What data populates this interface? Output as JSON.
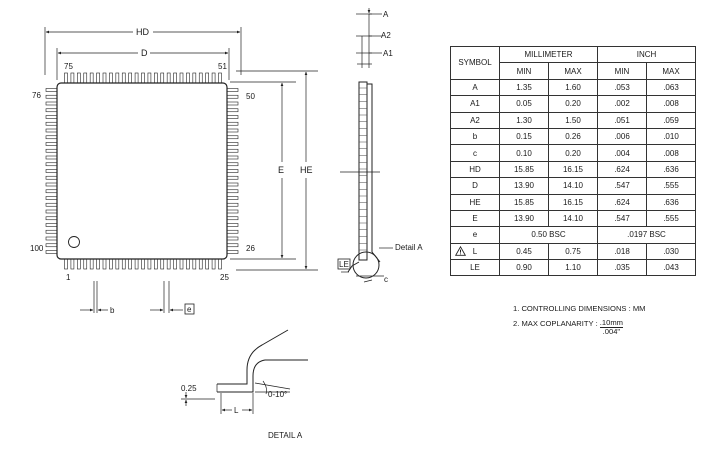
{
  "main_view": {
    "pin_numbers": {
      "top_left": "75",
      "top_right": "51",
      "left_top": "76",
      "right_top": "50",
      "right_bottom": "26",
      "left_bottom": "100",
      "bottom_left": "1",
      "bottom_right": "25"
    },
    "dims": {
      "hd": "HD",
      "d": "D",
      "e": "E",
      "he": "HE",
      "b": "b",
      "e_pitch": "e"
    }
  },
  "side_view": {
    "dims": {
      "a": "A",
      "a2": "A2",
      "a1": "A1",
      "le": "LE",
      "c": "c"
    },
    "detail_callout": "Detail A"
  },
  "table": {
    "header": {
      "symbol": "SYMBOL",
      "millimeter": "MILLIMETER",
      "inch": "INCH",
      "min": "MIN",
      "max": "MAX"
    },
    "rows": [
      {
        "symbol": "A",
        "mm_min": "1.35",
        "mm_max": "1.60",
        "in_min": ".053",
        "in_max": ".063"
      },
      {
        "symbol": "A1",
        "mm_min": "0.05",
        "mm_max": "0.20",
        "in_min": ".002",
        "in_max": ".008"
      },
      {
        "symbol": "A2",
        "mm_min": "1.30",
        "mm_max": "1.50",
        "in_min": ".051",
        "in_max": ".059"
      },
      {
        "symbol": "b",
        "mm_min": "0.15",
        "mm_max": "0.26",
        "in_min": ".006",
        "in_max": ".010"
      },
      {
        "symbol": "c",
        "mm_min": "0.10",
        "mm_max": "0.20",
        "in_min": ".004",
        "in_max": ".008"
      },
      {
        "symbol": "HD",
        "mm_min": "15.85",
        "mm_max": "16.15",
        "in_min": ".624",
        "in_max": ".636"
      },
      {
        "symbol": "D",
        "mm_min": "13.90",
        "mm_max": "14.10",
        "in_min": ".547",
        "in_max": ".555"
      },
      {
        "symbol": "HE",
        "mm_min": "15.85",
        "mm_max": "16.15",
        "in_min": ".624",
        "in_max": ".636"
      },
      {
        "symbol": "E",
        "mm_min": "13.90",
        "mm_max": "14.10",
        "in_min": ".547",
        "in_max": ".555"
      }
    ],
    "e_row": {
      "symbol": "e",
      "mm_bsc": "0.50 BSC",
      "in_bsc": ".0197 BSC"
    },
    "l_row": {
      "symbol": "L",
      "mm_min": "0.45",
      "mm_max": "0.75",
      "in_min": ".018",
      "in_max": ".030"
    },
    "le_row": {
      "symbol": "LE",
      "mm_min": "0.90",
      "mm_max": "1.10",
      "in_min": ".035",
      "in_max": ".043"
    },
    "warning_icon": "warning-triangle-icon"
  },
  "notes": {
    "note1": "1. CONTROLLING DIMENSIONS : MM",
    "note2_prefix": "2. MAX COPLANARITY : ",
    "note2_num": ".10mm",
    "note2_den": ".004\""
  },
  "detail": {
    "height": "0.25",
    "length": "L",
    "angle": "0-10°",
    "caption": "DETAIL A"
  }
}
